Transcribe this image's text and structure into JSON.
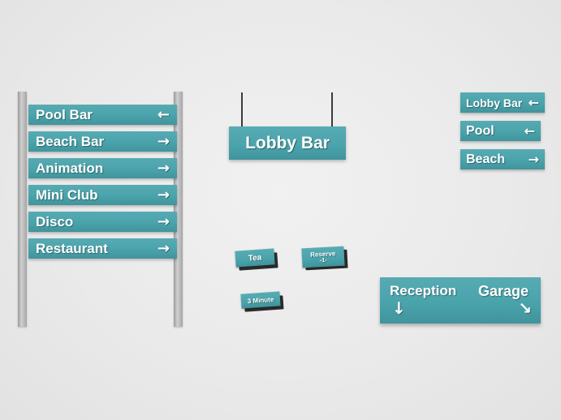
{
  "colors": {
    "accent": "#4aa3ab",
    "post_gray": "#b3b3b3",
    "tent_base": "#2c2c2c",
    "text": "#ffffff"
  },
  "post_sign": {
    "items": [
      {
        "label": "Pool Bar",
        "arrow": "←"
      },
      {
        "label": "Beach Bar",
        "arrow": "→"
      },
      {
        "label": "Animation",
        "arrow": "→"
      },
      {
        "label": "Mini Club",
        "arrow": "→"
      },
      {
        "label": "Disco",
        "arrow": "→"
      },
      {
        "label": "Restaurant",
        "arrow": "→"
      }
    ]
  },
  "hanging_sign": {
    "label": "Lobby Bar"
  },
  "wall_signs": [
    {
      "label": "Lobby Bar",
      "arrow": "←"
    },
    {
      "label": "Pool",
      "arrow": "←"
    },
    {
      "label": "Beach",
      "arrow": "→"
    }
  ],
  "table_tents": [
    {
      "label": "Tea"
    },
    {
      "label": "Reserve",
      "sublabel": "-1-"
    },
    {
      "label": "3 Minute"
    }
  ],
  "direction_board": {
    "left_label": "Reception",
    "left_arrow": "↓",
    "right_label": "Garage",
    "right_arrow": "↘"
  }
}
